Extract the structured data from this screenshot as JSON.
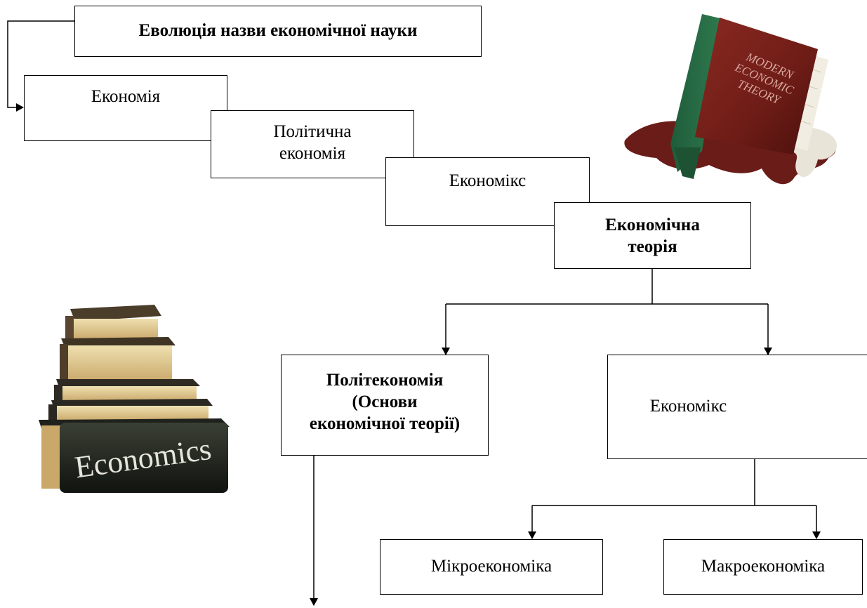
{
  "diagram": {
    "title": "Еволюція назви економічної науки",
    "stages": [
      {
        "id": "ekonomiya",
        "label": "Економія"
      },
      {
        "id": "politychna",
        "label_lines": [
          "Політична",
          "економія"
        ]
      },
      {
        "id": "ekonomiks",
        "label": "Економікс"
      },
      {
        "id": "teoriya",
        "label_lines": [
          "Економічна",
          "теорія"
        ]
      }
    ],
    "branches": {
      "left": {
        "label_lines": [
          "Політекономія",
          "(Основи",
          "економічної теорії)"
        ]
      },
      "right": {
        "label": "Економікс"
      }
    },
    "leaves": {
      "micro": {
        "label": "Мікроекономіка"
      },
      "macro": {
        "label": "Макроекономіка"
      }
    }
  },
  "images": {
    "book_top_right": {
      "text_lines": [
        "MODERN",
        "ECONOMIC",
        "THEORY"
      ],
      "icon": "melting-book-icon"
    },
    "books_bottom_left": {
      "text": "Economics",
      "icon": "book-stack-icon"
    }
  }
}
